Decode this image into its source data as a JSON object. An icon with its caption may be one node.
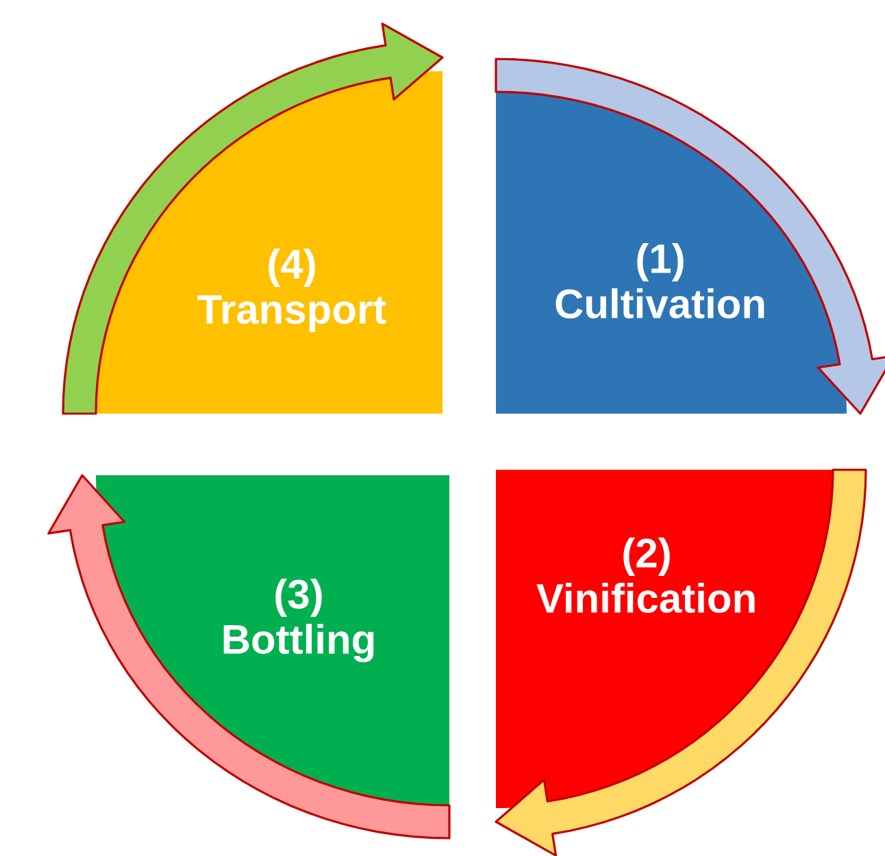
{
  "diagram": {
    "nodes": [
      {
        "text": [
          "(4) Transport"
        ]
      },
      {
        "text": [
          "(1) Cultivation"
        ]
      },
      {
        "text": [
          "(3) Bottling"
        ]
      },
      {
        "text": [
          "(2) Vinification"
        ]
      }
    ],
    "edges": [
      {
        "from": 1,
        "to": 3,
        "arrow": "to",
        "color": "#b4c7e7"
      },
      {
        "from": 3,
        "to": 2,
        "arrow": "to",
        "color": "#ffd966"
      },
      {
        "from": 2,
        "to": 0,
        "arrow": "to",
        "color": "#ff9999"
      },
      {
        "from": 0,
        "to": 1,
        "arrow": "to",
        "color": "#92d050"
      }
    ]
  }
}
